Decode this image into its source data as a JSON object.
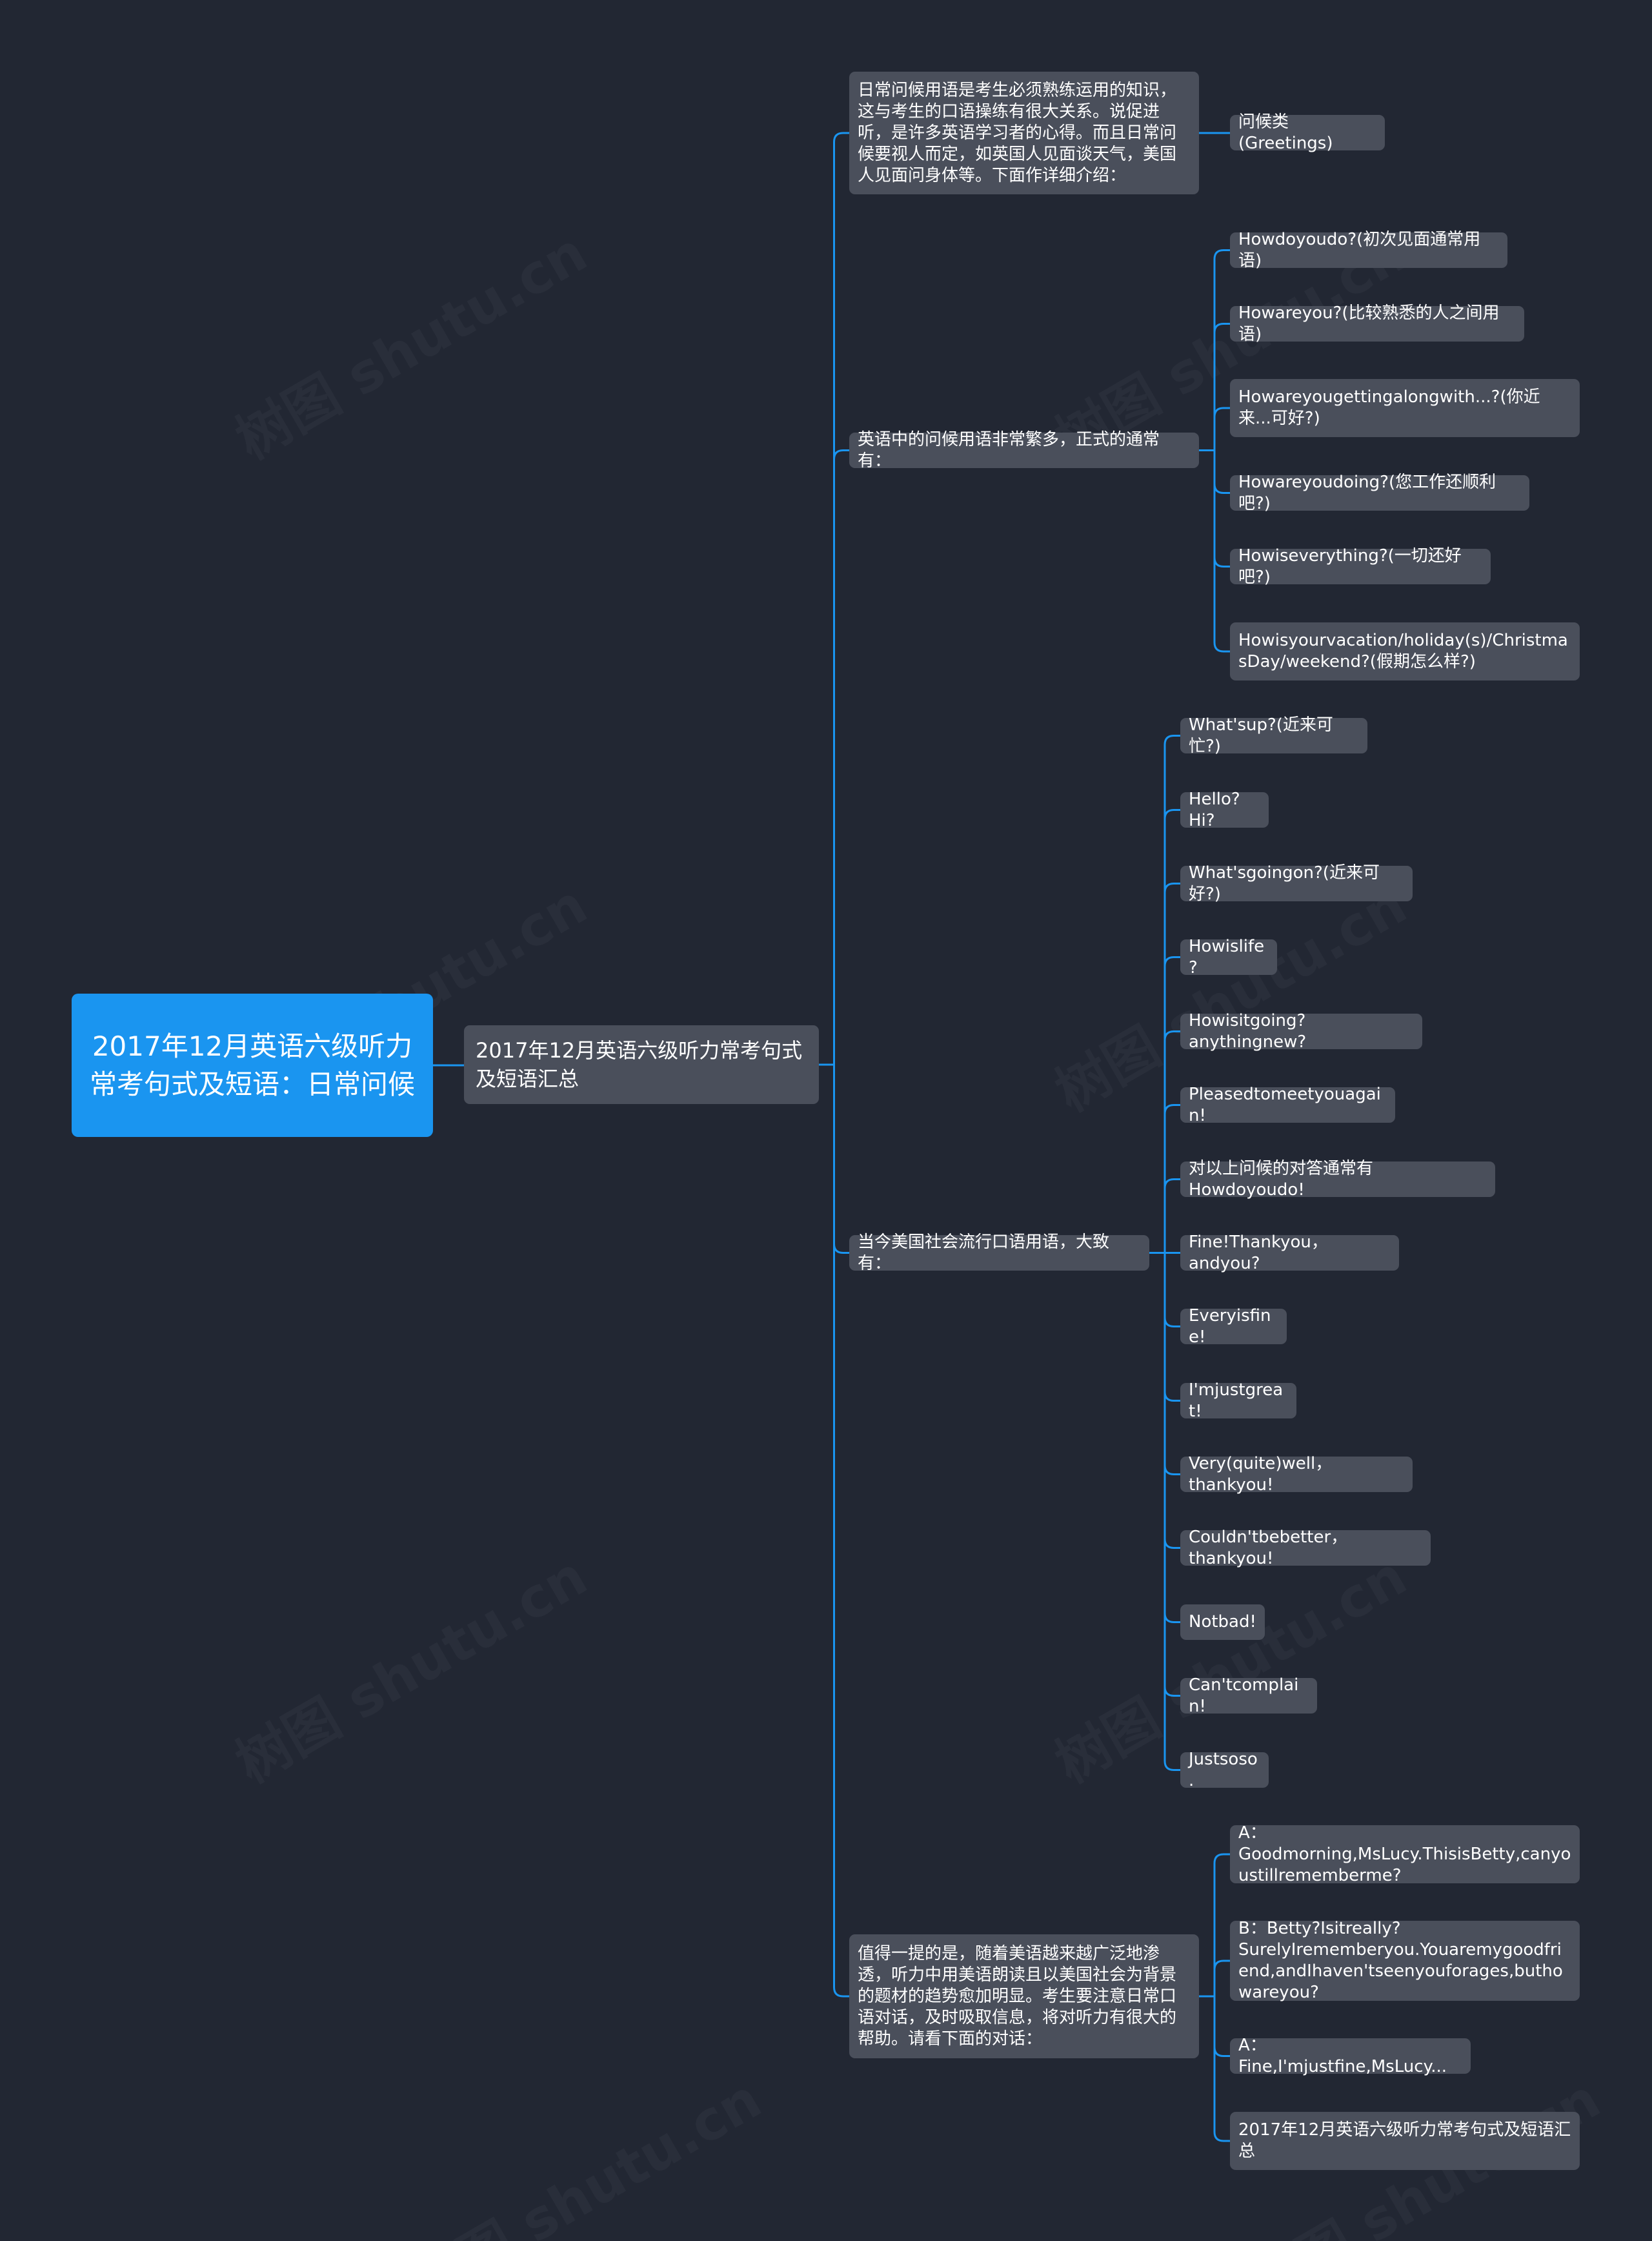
{
  "mindmap": {
    "root": "2017年12月英语六级听力常考句式及短语：日常问候",
    "center": "2017年12月英语六级听力常考句式及短语汇总",
    "branches": [
      {
        "label": "日常问候用语是考生必须熟练运用的知识，这与考生的口语操练有很大关系。说促进听，是许多英语学习者的心得。而且日常问候要视人而定，如英国人见面谈天气，美国人见面问身体等。下面作详细介绍：",
        "children": [
          "问候类(Greetings)"
        ]
      },
      {
        "label": "英语中的问候用语非常繁多，正式的通常有：",
        "children": [
          "Howdoyoudo?(初次见面通常用语)",
          "Howareyou?(比较熟悉的人之间用语)",
          "Howareyougettingalongwith...?(你近来...可好?)",
          "Howareyoudoing?(您工作还顺利吧?)",
          "Howiseverything?(一切还好吧?)",
          "Howisyourvacation/holiday(s)/ChristmasDay/weekend?(假期怎么样?)"
        ]
      },
      {
        "label": "当今美国社会流行口语用语，大致有：",
        "children": [
          "What'sup?(近来可忙?)",
          "Hello?Hi?",
          "What'sgoingon?(近来可好?)",
          "Howislife?",
          "Howisitgoing?anythingnew?",
          "Pleasedtomeetyouagain!",
          "对以上问候的对答通常有Howdoyoudo!",
          "Fine!Thankyou，andyou?",
          "Everyisfine!",
          "I'mjustgreat!",
          "Very(quite)well，thankyou!",
          "Couldn'tbebetter，thankyou!",
          "Notbad!",
          "Can'tcomplain!",
          "Justsoso."
        ]
      },
      {
        "label": "值得一提的是，随着美语越来越广泛地渗透，听力中用美语朗读且以美国社会为背景的题材的趋势愈加明显。考生要注意日常口语对话，及时吸取信息，将对听力有很大的帮助。请看下面的对话：",
        "children": [
          "A：Goodmorning,MsLucy.ThisisBetty,canyoustillrememberme?",
          "B：Betty?Isitreally?SurelyIrememberyou.Youaremygoodfriend,andIhaven'tseenyouforages,buthowareyou?",
          "A：Fine,I'mjustfine,MsLucy...",
          "2017年12月英语六级听力常考句式及短语汇总"
        ]
      }
    ],
    "watermark": "树图 shutu.cn",
    "colors": {
      "background": "#222733",
      "root": "#1a95f0",
      "node": "#4a4f5b",
      "link": "#1a95f0",
      "text": "#ffffff"
    }
  }
}
